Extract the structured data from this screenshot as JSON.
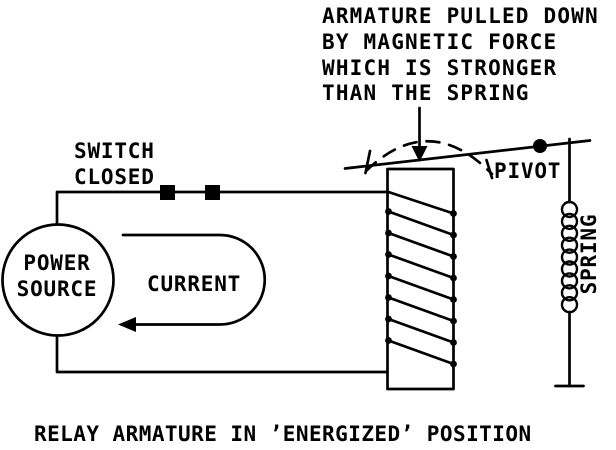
{
  "colors": {
    "background": "#ffffff",
    "ink": "#000000"
  },
  "annotation": {
    "lines": [
      "ARMATURE PULLED DOWN",
      "BY MAGNETIC FORCE",
      "WHICH IS STRONGER",
      "THAN THE SPRING"
    ]
  },
  "component_labels": {
    "switch": [
      "SWITCH",
      "CLOSED"
    ],
    "power_source": [
      "POWER",
      "SOURCE"
    ],
    "current": "CURRENT",
    "pivot": "PIVOT",
    "spring": "SPRING"
  },
  "caption": "RELAY ARMATURE IN ’ENERGIZED’ POSITION"
}
